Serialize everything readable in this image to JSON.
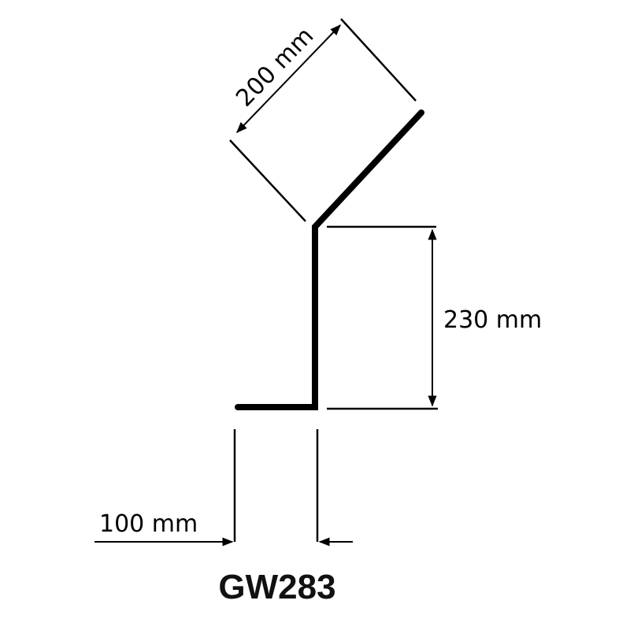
{
  "diagram": {
    "product_code": "GW283",
    "dimensions": {
      "flange_top": "200 mm",
      "vertical_leg": "230 mm",
      "bottom_flange": "100 mm"
    },
    "colors": {
      "line": "#000000",
      "background": "#ffffff"
    }
  }
}
